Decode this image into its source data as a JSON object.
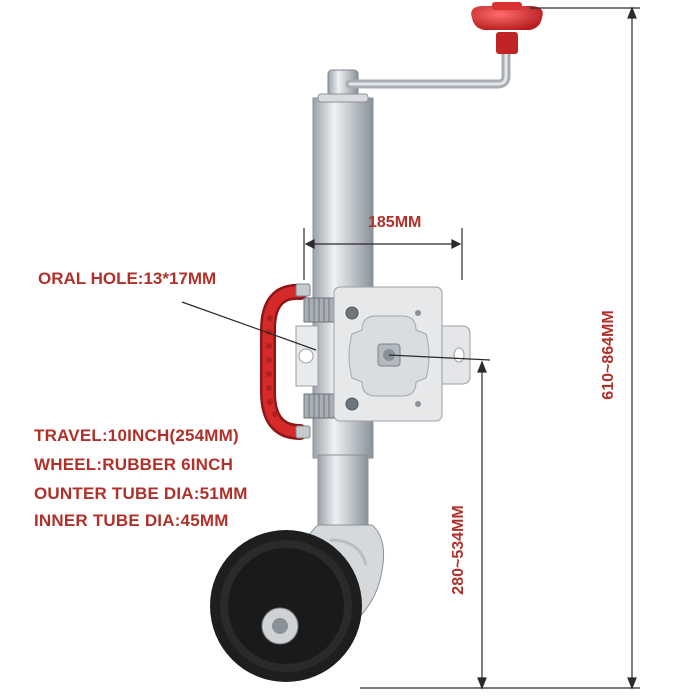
{
  "labels": {
    "width": "185MM",
    "oral_hole": "ORAL HOLE:13*17MM",
    "overall_height": "610~864MM",
    "lower_height": "280~534MM",
    "specs": [
      "TRAVEL:10INCH(254MM)",
      "WHEEL:RUBBER 6INCH",
      "OUNTER TUBE DIA:51MM",
      "INNER TUBE DIA:45MM"
    ]
  },
  "colors": {
    "label_red": "#b0312a",
    "handle_red": "#d42a2a",
    "steel": "#c9ced3",
    "wheel": "#1e1e1e"
  }
}
